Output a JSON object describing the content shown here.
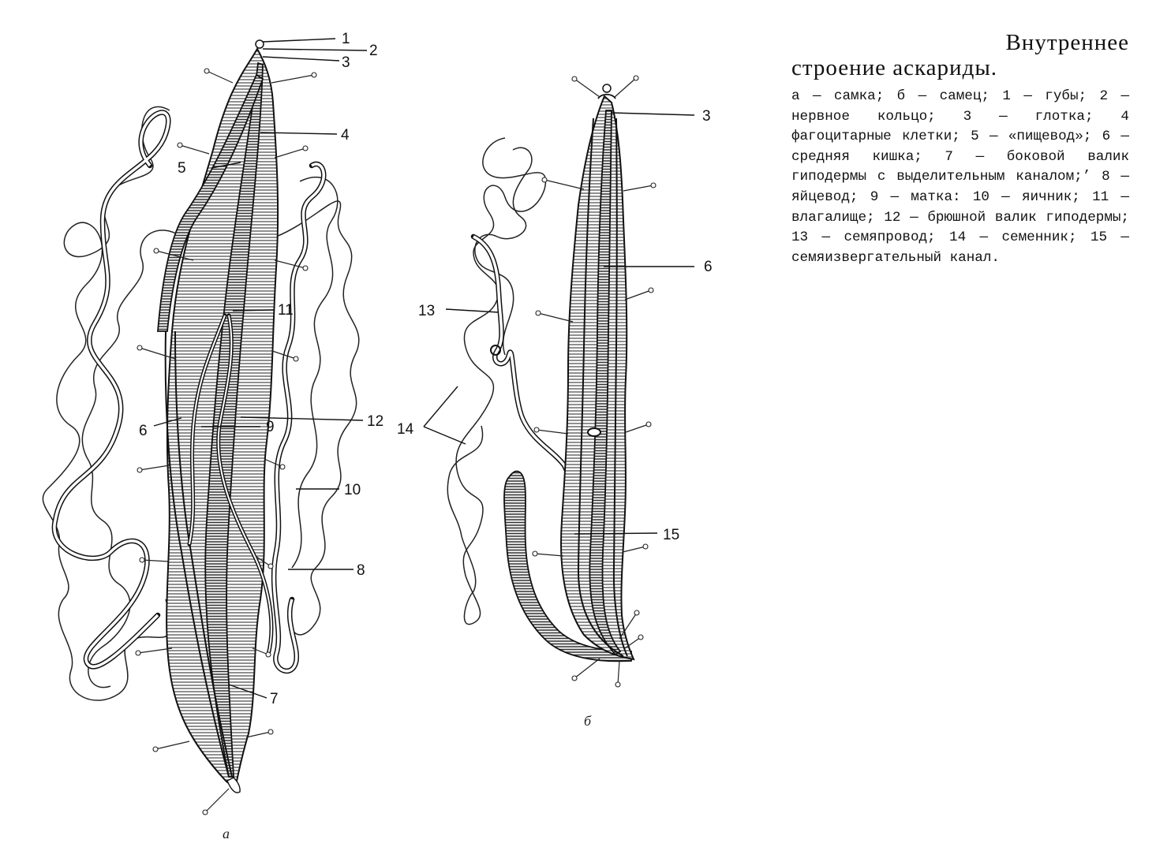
{
  "title_line1": "Внутреннее",
  "title_line2": "строение аскариды.",
  "caption": "а — самка; б — самец; 1 — губы; 2 — нервное кольцо; 3 — глотка; 4 фагоцитарные клетки; 5 — «пищевод»; 6 — средняя кишка; 7 — боковой валик гиподермы с выделительным каналом;’ 8 — яйцевод; 9 — матка: 10 — яичник; 11 — влагалище; 12 — брюшной валик гиподермы; 13 — семяпровод; 14 — семенник; 15 — семяизвергательный канал.",
  "female": {
    "sublabel": "а",
    "labels": {
      "l1": "1",
      "l2": "2",
      "l3": "3",
      "l4": "4",
      "l5": "5",
      "l6": "6",
      "l7": "7",
      "l8": "8",
      "l9": "9",
      "l10": "10",
      "l11": "11",
      "l12": "12"
    }
  },
  "male": {
    "sublabel": "б",
    "labels": {
      "l3": "3",
      "l6": "6",
      "l13": "13",
      "l14": "14",
      "l15": "15"
    }
  }
}
